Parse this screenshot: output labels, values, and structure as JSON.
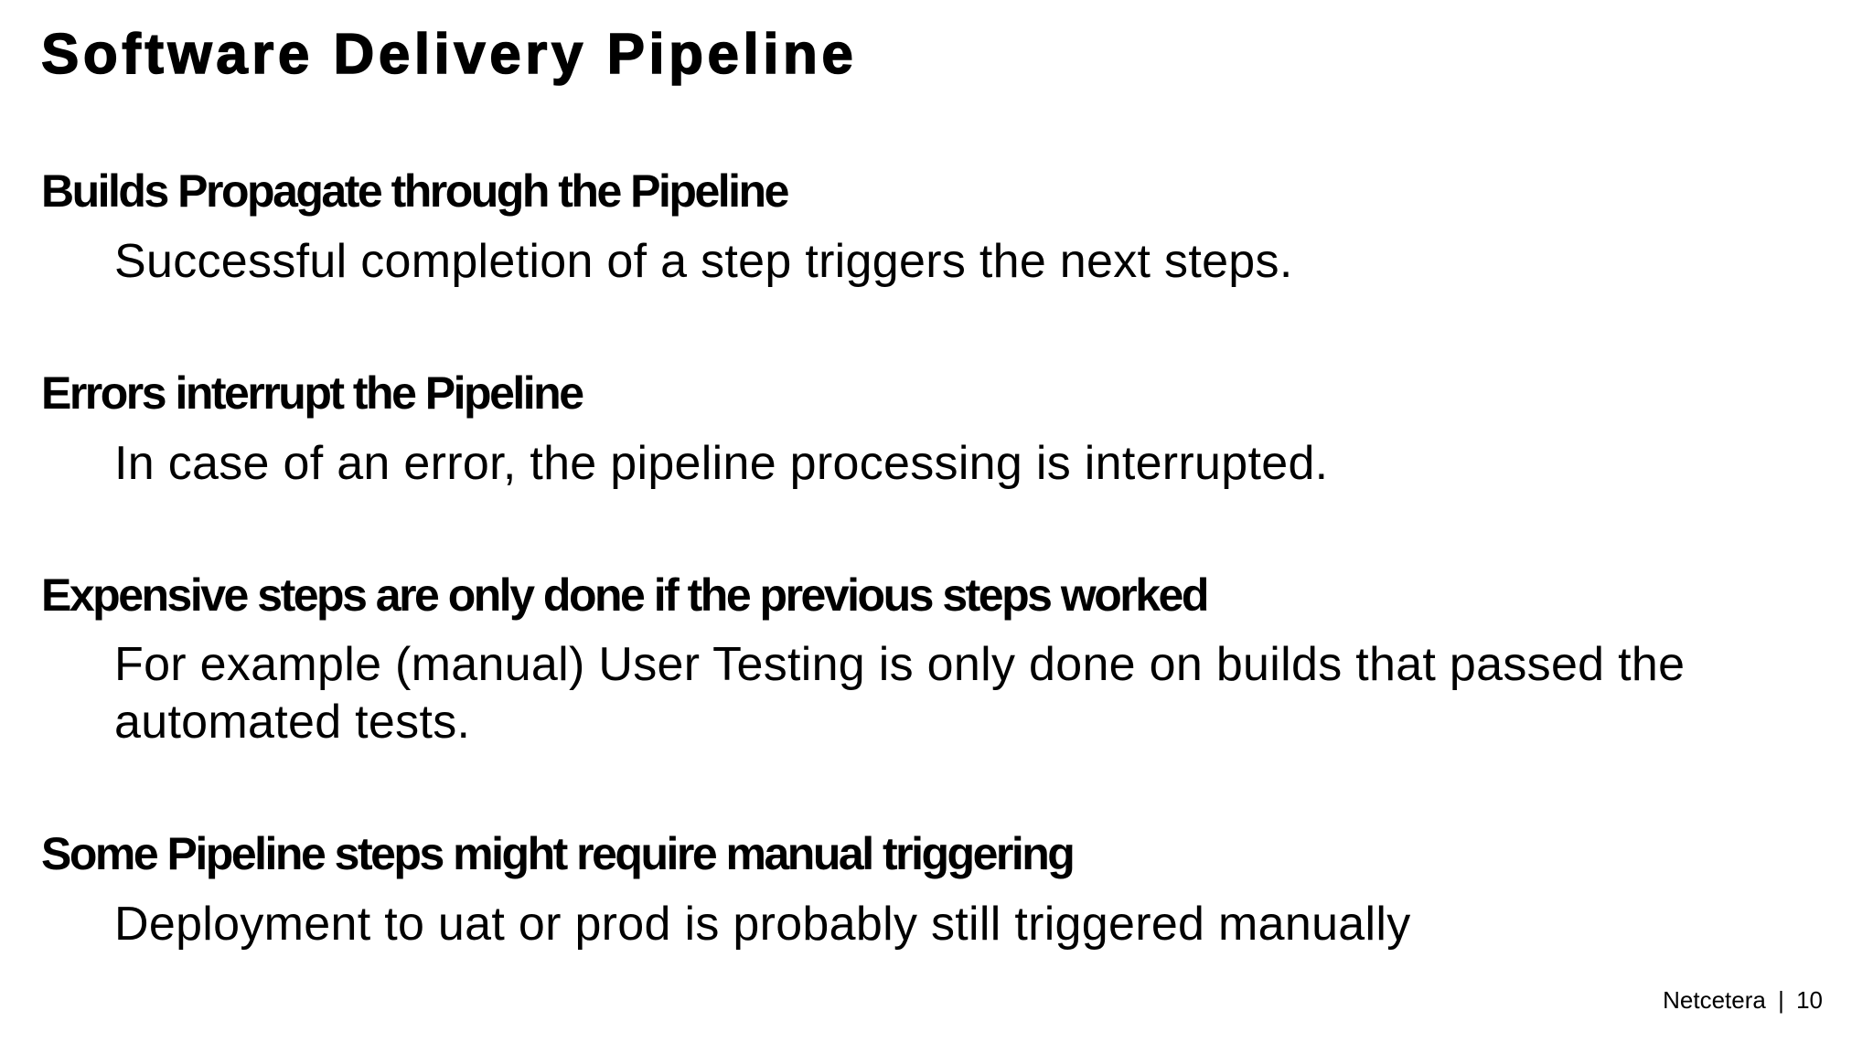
{
  "slide": {
    "title": "Software Delivery Pipeline",
    "sections": [
      {
        "heading": "Builds Propagate through the Pipeline",
        "body": "Successful completion of a step triggers the next steps."
      },
      {
        "heading": "Errors interrupt the Pipeline",
        "body": "In case of an error, the pipeline processing is interrupted."
      },
      {
        "heading": "Expensive steps are only done if the previous steps worked",
        "body": "For example (manual) User Testing is only done on builds that passed the automated tests."
      },
      {
        "heading": "Some Pipeline steps might require manual triggering",
        "body": "Deployment to uat or prod is probably still triggered manually"
      }
    ],
    "footer": {
      "brand": "Netcetera",
      "separator": "|",
      "page_number": "10"
    },
    "colors": {
      "background": "#ffffff",
      "text": "#000000"
    }
  }
}
